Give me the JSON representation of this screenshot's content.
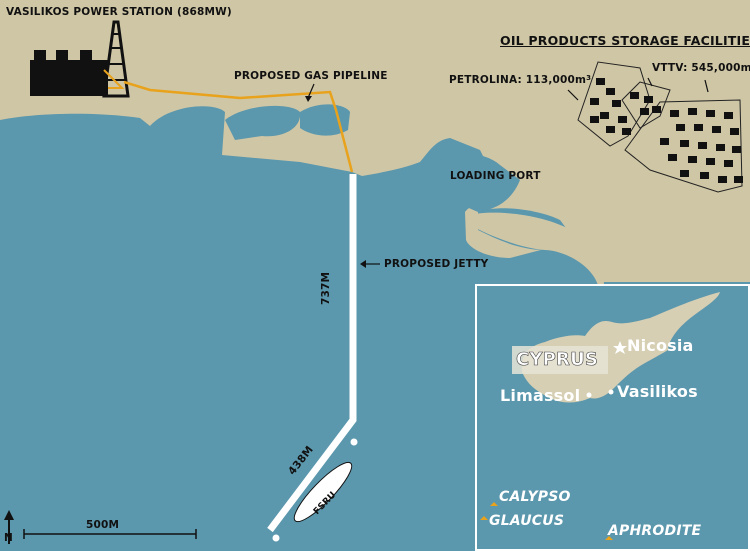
{
  "labels": {
    "power_station": "VASILIKOS POWER STATION (868MW)",
    "pipeline": "PROPOSED GAS PIPELINE",
    "storage_title": "OIL PRODUCTS STORAGE FACILITIES",
    "petrolina": "PETROLINA: 113,000m",
    "vttv": "VTTV: 545,000m",
    "unit_sup": "3",
    "loading_port": "LOADING PORT",
    "jetty": "PROPOSED JETTY",
    "jetty_length": "737M",
    "fsru_length": "438M",
    "fsru": "FSRU",
    "scale": "500M",
    "north": "N"
  },
  "inset": {
    "country": "CYPRUS",
    "nicosia": "Nicosia",
    "limassol": "Limassol",
    "vasilikos": "Vasilikos",
    "fields": [
      "CALYPSO",
      "GLAUCUS",
      "APHRODITE"
    ]
  },
  "colors": {
    "land": "#cfc6a5",
    "sea": "#5b97ad",
    "pipeline": "#e8a21c",
    "jetty": "#ffffff",
    "field_marker": "#e8a21c"
  }
}
